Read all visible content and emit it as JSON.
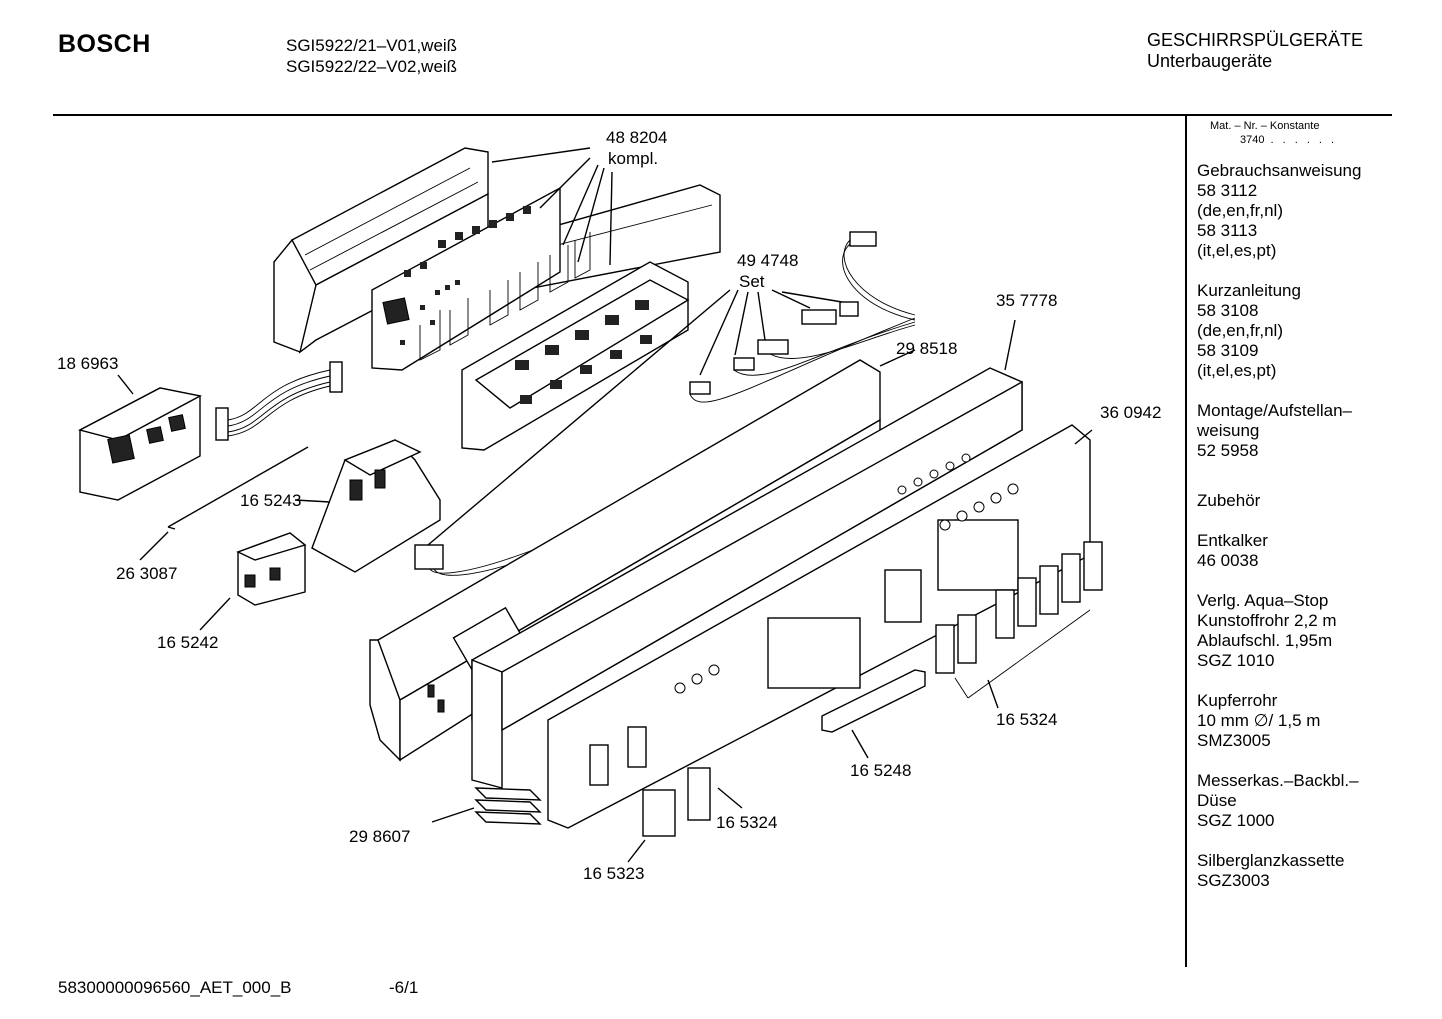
{
  "header": {
    "brand": "BOSCH",
    "models": [
      "SGI5922/21–V01,weiß",
      "SGI5922/22–V02,weiß"
    ],
    "category": [
      "GESCHIRRSPÜLGERÄTE",
      "Unterbaugeräte"
    ]
  },
  "sidebar": {
    "konstante_label": "Mat. – Nr. – Konstante",
    "konstante_value": "3740",
    "konstante_dots": ". . . . . .",
    "groups": [
      {
        "lines": [
          "Gebrauchsanweisung",
          "58 3112",
          "(de,en,fr,nl)",
          "58 3113",
          "(it,el,es,pt)"
        ]
      },
      {
        "lines": [
          "Kurzanleitung",
          "58 3108",
          "(de,en,fr,nl)",
          "58 3109",
          "(it,el,es,pt)"
        ]
      },
      {
        "lines": [
          "Montage/Aufstellan–",
          "weisung",
          "52 5958"
        ]
      },
      {
        "lines": [
          "Zubehör"
        ]
      },
      {
        "lines": [
          "Entkalker",
          "46 0038"
        ]
      },
      {
        "lines": [
          "Verlg. Aqua–Stop",
          "Kunstoffrohr 2,2 m",
          "Ablaufschl. 1,95m",
          "SGZ 1010"
        ]
      },
      {
        "lines": [
          "Kupferrohr",
          "10 mm ∅/ 1,5 m",
          "SMZ3005"
        ]
      },
      {
        "lines": [
          "Messerkas.–Backbl.–",
          "Düse",
          "SGZ 1000"
        ]
      },
      {
        "lines": [
          "Silberglanzkassette",
          "SGZ3003"
        ]
      }
    ]
  },
  "diagram": {
    "labels": {
      "p488204": "48 8204",
      "kompl": "kompl.",
      "p494748": "49 4748",
      "set": "Set",
      "p186963": "18 6963",
      "p357778": "35 7778",
      "p298518": "29 8518",
      "p360942": "36 0942",
      "p165243": "16 5243",
      "p263087": "26 3087",
      "p165242": "16 5242",
      "p165324a": "16 5324",
      "p165248": "16 5248",
      "p298607": "29 8607",
      "p165324b": "16 5324",
      "p165323": "16 5323"
    }
  },
  "footer": {
    "doc_id": "58300000096560_AET_000_B",
    "page": "-6/1"
  }
}
